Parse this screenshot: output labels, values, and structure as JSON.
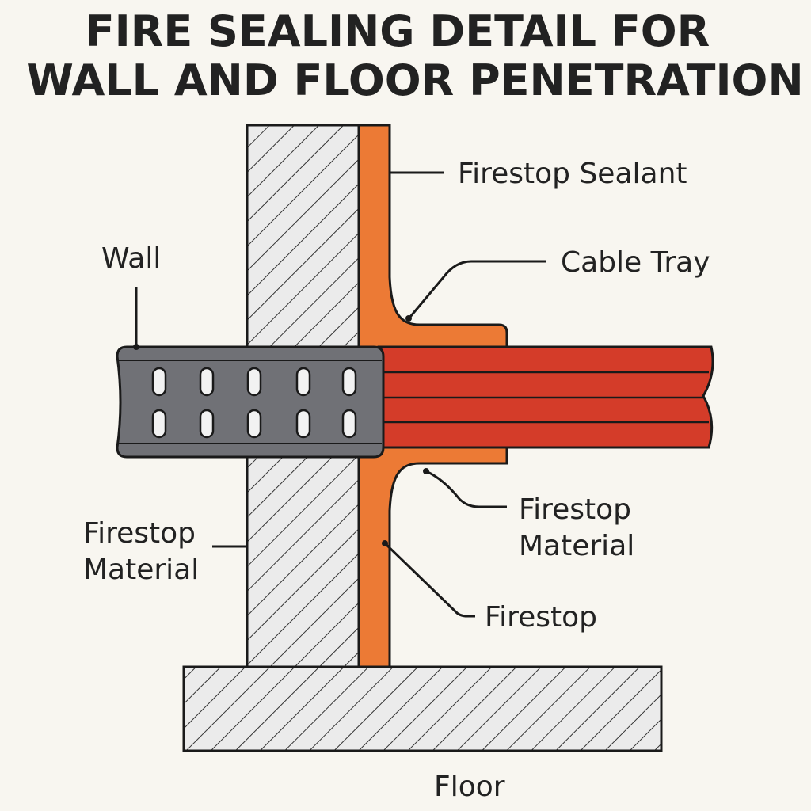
{
  "title": {
    "line1": "FIRE SEALING DETAIL FOR",
    "line2": "WALL AND FLOOR PENETRATION"
  },
  "labels": {
    "firestop_sealant": "Firestop Sealant",
    "cable_tray": "Cable Tray",
    "wall": "Wall",
    "firestop_material_right_1": "Firestop",
    "firestop_material_right_2": "Material",
    "firestop_material_left_1": "Firestop",
    "firestop_material_left_2": "Material",
    "firestop": "Firestop",
    "floor": "Floor"
  },
  "colors": {
    "background": "#f8f6f0",
    "firestop": "#ec7a35",
    "cables": "#d43c29",
    "tray": "#707176",
    "hatch_fill": "#ebebeb"
  }
}
